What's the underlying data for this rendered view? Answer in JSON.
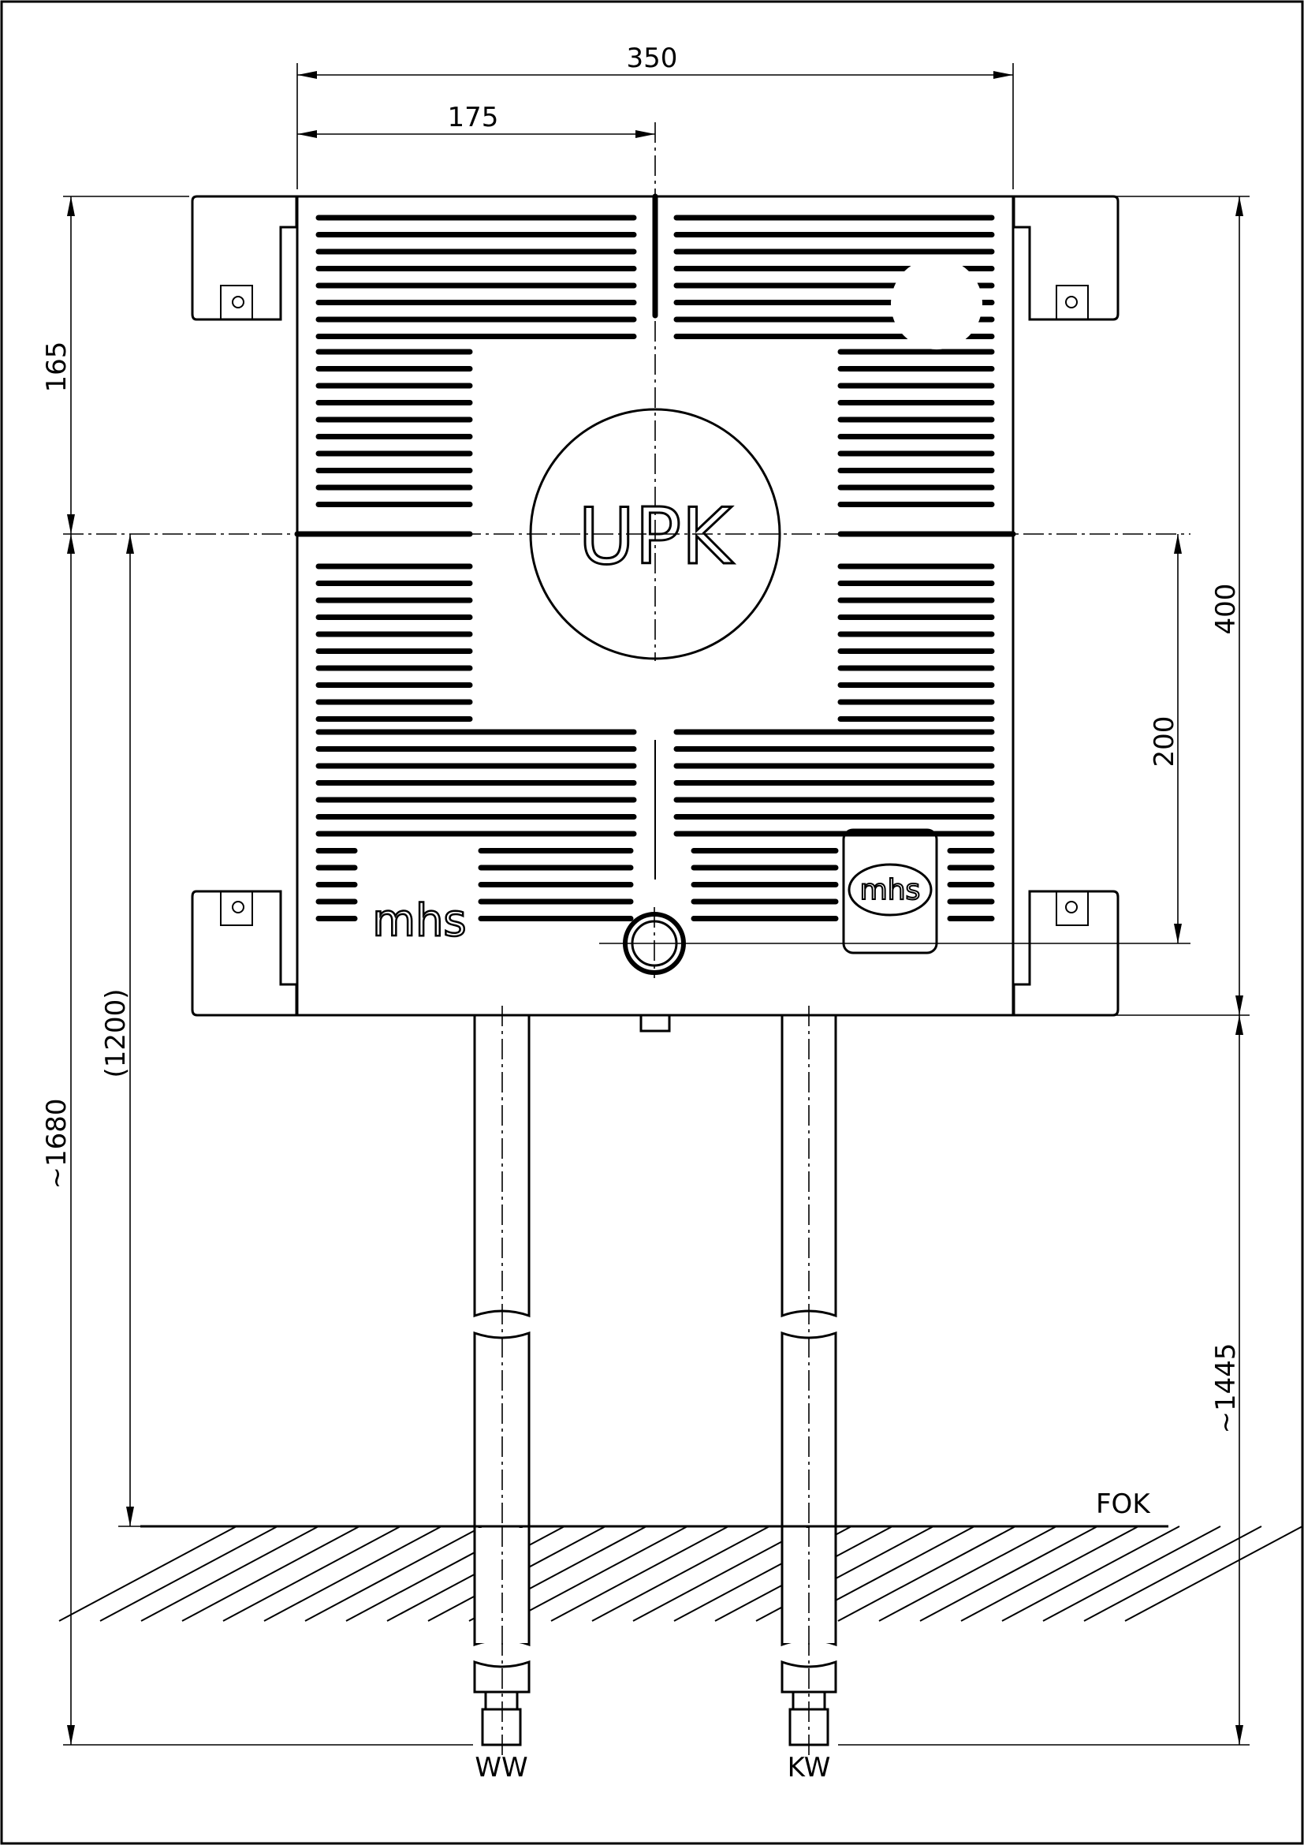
{
  "drawing": {
    "box_label": "UPK",
    "brand_logo": "mhs",
    "floor_label": "FOK",
    "pipe_left_label": "WW",
    "pipe_right_label": "KW"
  },
  "dimensions": {
    "width_total": "350",
    "width_half": "175",
    "height_upper": "165",
    "height_box": "400",
    "height_lower_connection": "200",
    "height_to_floor": "(1200)",
    "height_total": "~1680",
    "height_below_box": "~1445"
  }
}
